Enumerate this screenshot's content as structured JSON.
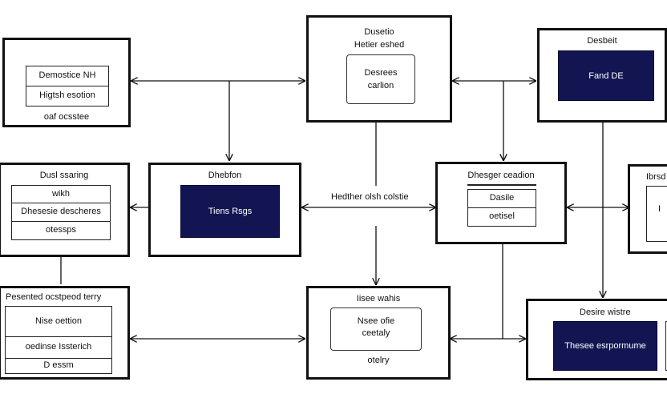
{
  "nodes": {
    "top_left": {
      "rows": [
        "Demostice NH",
        "Higtsh esotion"
      ],
      "caption": "oaf ocsstee"
    },
    "top_center": {
      "title": "Dusetio",
      "subtitle": "Hetier eshed",
      "box": [
        "Desrees",
        "carlion"
      ]
    },
    "top_right": {
      "title": "Desbeit",
      "dark": "Fand DE"
    },
    "mid_left": {
      "title": "Dusl ssaring",
      "rows": [
        "wikh",
        "Dhesesie descheres",
        "otessps"
      ]
    },
    "mid_center": {
      "title": "Dhebfon",
      "dark": "Tiens Rsgs"
    },
    "mid_right": {
      "title": "Dhesger ceadion",
      "rows": [
        "Dasile",
        "oetisel"
      ]
    },
    "far_right": {
      "title": "Ibrsd",
      "rows": [
        "I"
      ]
    },
    "bottom_left": {
      "title": "Pesented ocstpeod terry",
      "rows": [
        "Nise oettion",
        "oedinse Issterich",
        "D essm"
      ]
    },
    "bottom_center": {
      "title": "Iisee wahis",
      "box": [
        "Nsee ofie",
        "ceetaly"
      ],
      "caption": "otelry"
    },
    "bottom_right": {
      "title": "Desire wistre",
      "dark": "Thesee esrpormume"
    }
  },
  "edge_labels": {
    "center": "Hedther olsh colstie"
  },
  "colors": {
    "dark_fill": "#121552",
    "stroke": "#111111"
  }
}
